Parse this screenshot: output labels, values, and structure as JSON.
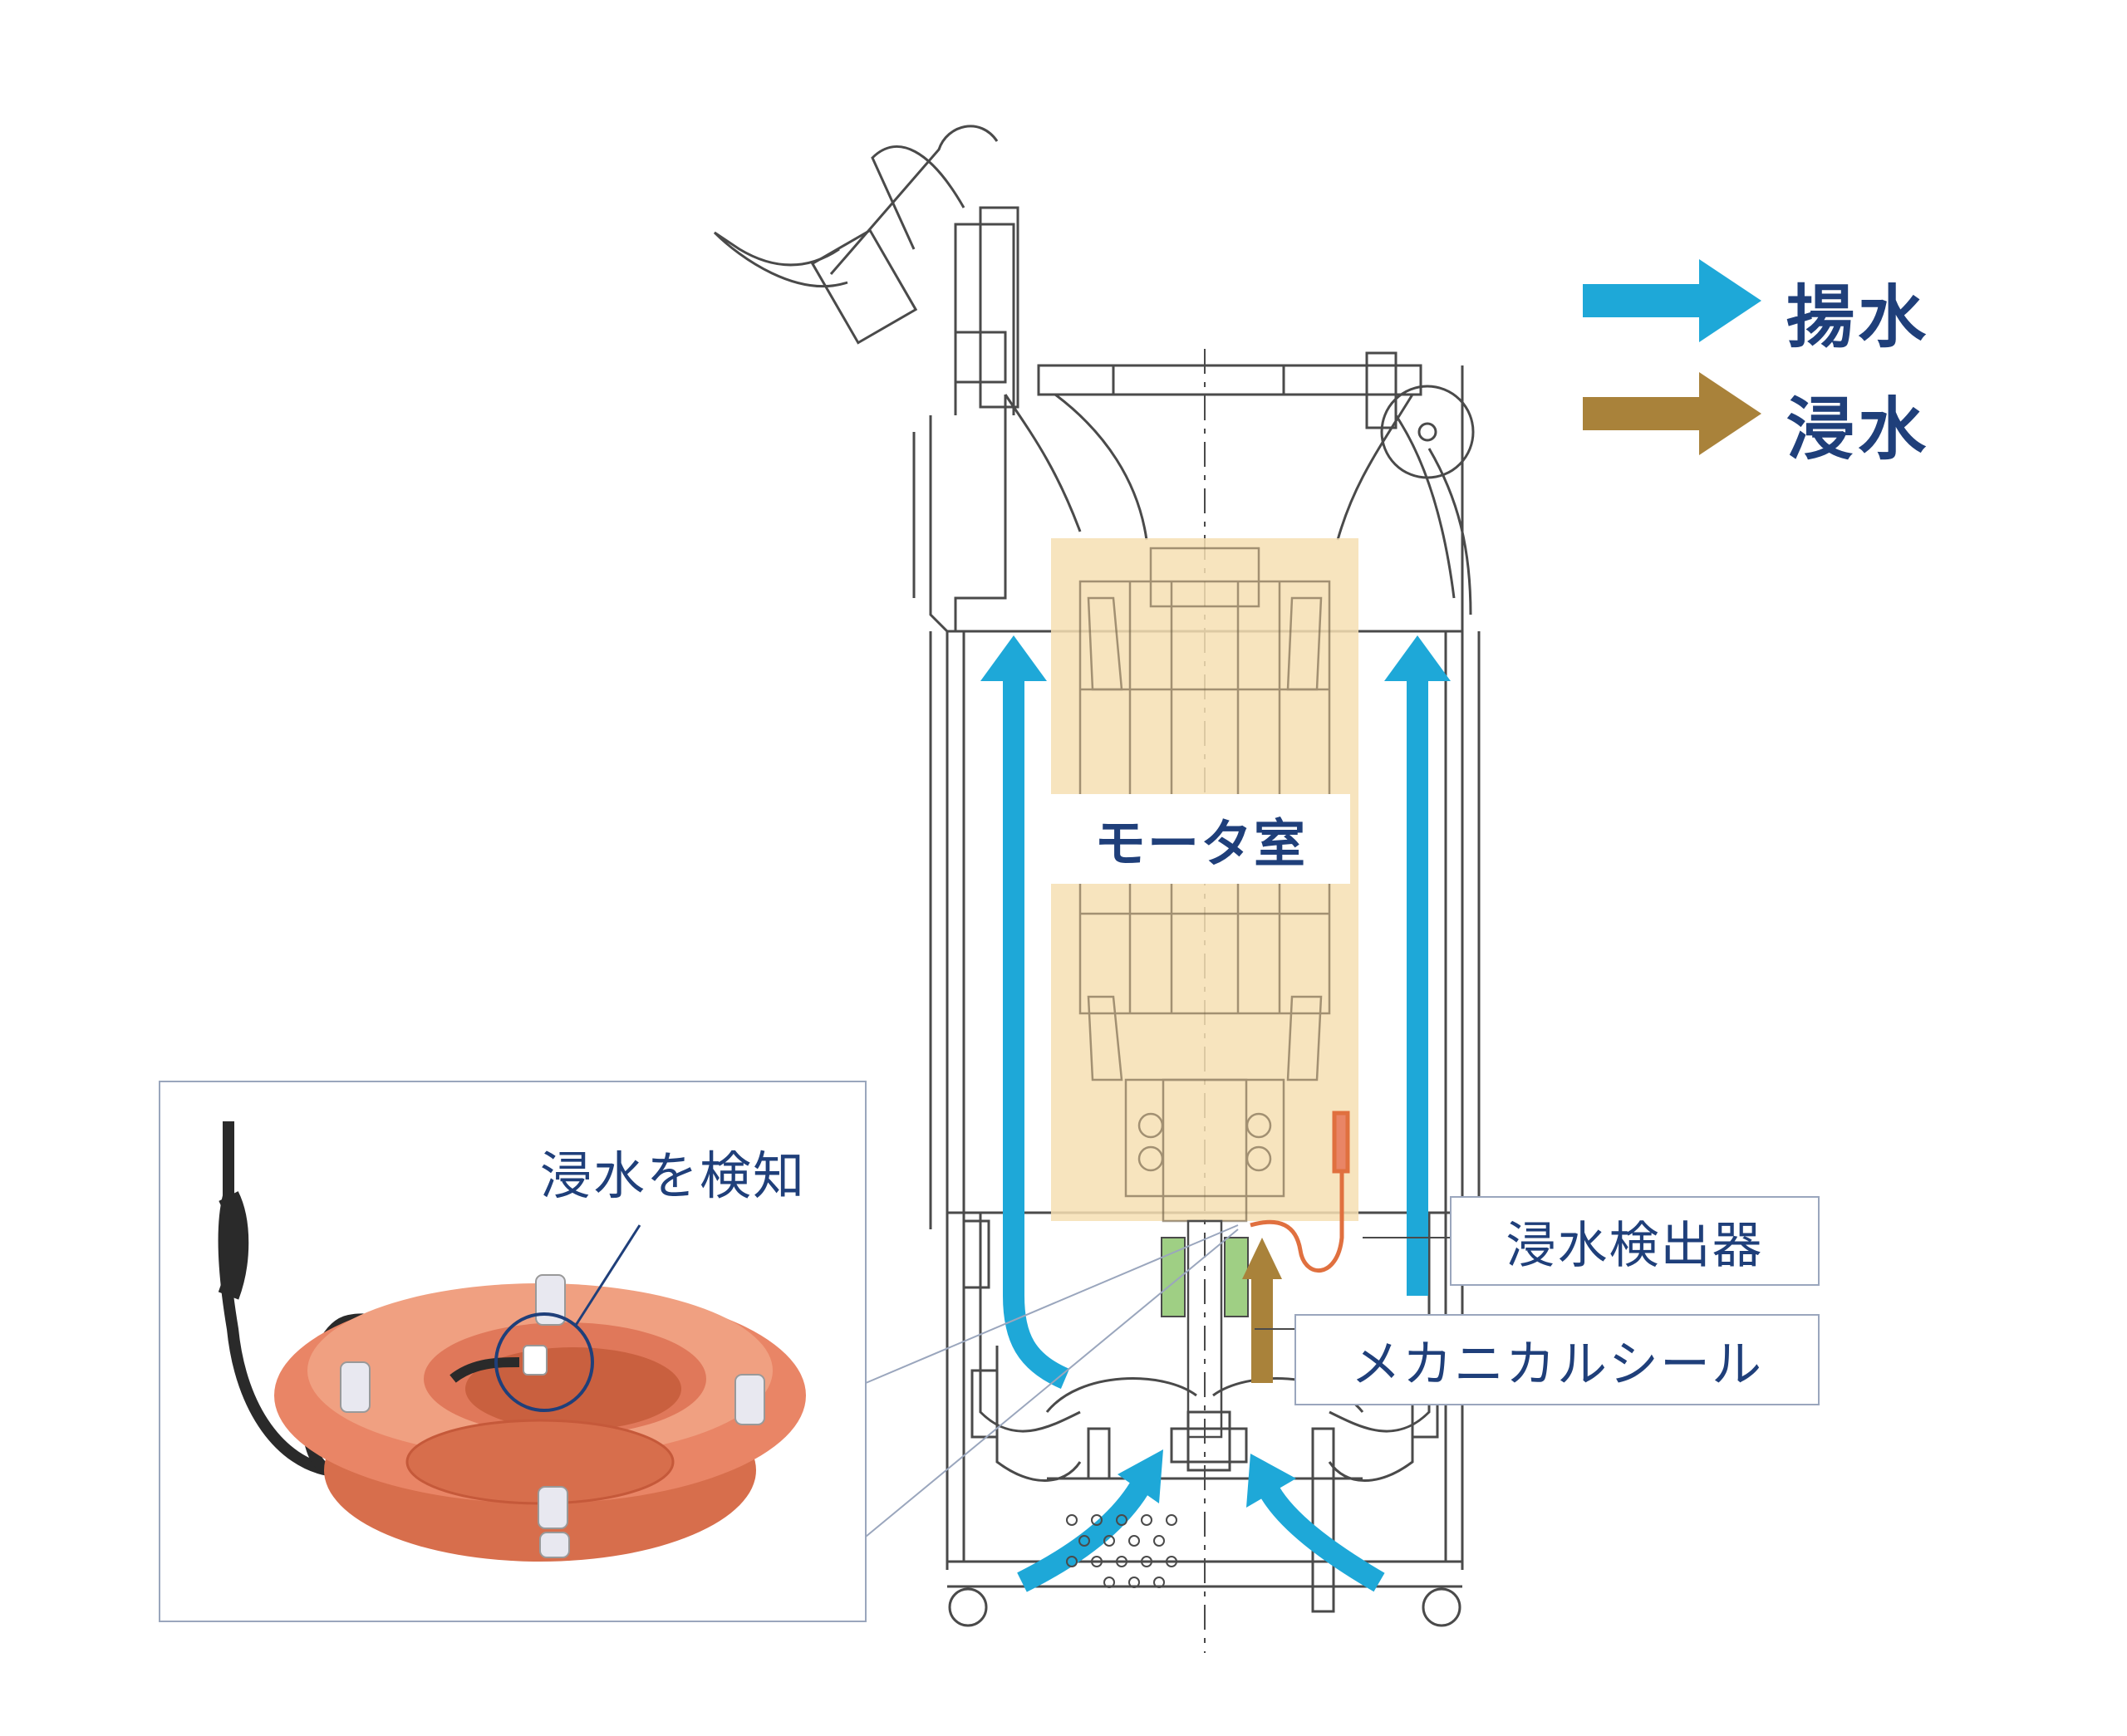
{
  "legend": {
    "pump": {
      "label": "揚水",
      "color": "#1ea8d8"
    },
    "leak": {
      "label": "浸水",
      "color": "#a9823a"
    }
  },
  "labels": {
    "motor_room": "モータ室",
    "leak_detector": "浸水検出器",
    "mechanical_seal": "メカニカルシール",
    "inset_caption": "浸水を検知"
  },
  "colors": {
    "motor_fill": "#f6dfb3",
    "line": "#4a4a4a",
    "detector_body": "#e98566",
    "seal_green": "#9fcf84",
    "frame": "#9aa6bd"
  }
}
